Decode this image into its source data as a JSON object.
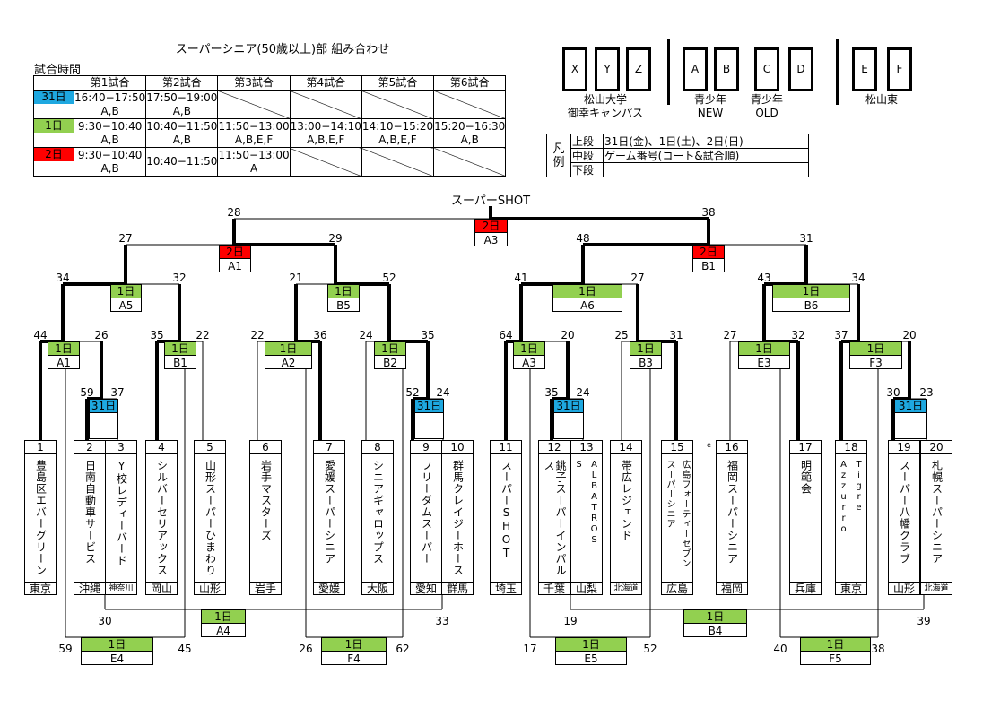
{
  "title": "スーパーシニア(50歳以上)部  組み合わせ",
  "schedule": {
    "label": "試合時間",
    "headers": [
      "第1試合",
      "第2試合",
      "第3試合",
      "第4試合",
      "第5試合",
      "第6試合"
    ],
    "rows": [
      {
        "day": "31日",
        "color": "#1ea8e0",
        "cells": [
          {
            "time": "16:40−17:50",
            "courts": "A,B"
          },
          {
            "time": "17:50−19:00",
            "courts": "A,B"
          },
          null,
          null,
          null,
          null
        ]
      },
      {
        "day": "1日",
        "color": "#92d050",
        "cells": [
          {
            "time": "9:30−10:40",
            "courts": "A,B"
          },
          {
            "time": "10:40−11:50",
            "courts": "A,B"
          },
          {
            "time": "11:50−13:00",
            "courts": "A,B,E,F"
          },
          {
            "time": "13:00−14:10",
            "courts": "A,B,E,F"
          },
          {
            "time": "14:10−15:20",
            "courts": "A,B,E,F"
          },
          {
            "time": "15:20−16:30",
            "courts": "A,B"
          }
        ]
      },
      {
        "day": "2日",
        "color": "#ff0000",
        "cells": [
          {
            "time": "9:30−10:40",
            "courts": "A,B"
          },
          {
            "time": "10:40−11:50",
            "courts": ""
          },
          {
            "time": "11:50−13:00",
            "courts": "A"
          },
          null,
          null,
          null
        ]
      }
    ]
  },
  "courts": {
    "boxes": [
      "X",
      "Y",
      "Z",
      "A",
      "B",
      "C",
      "D",
      "E",
      "F"
    ],
    "venues": [
      {
        "line1": "松山大学",
        "line2": "御幸キャンパス"
      },
      {
        "line1": "青少年",
        "line2": "NEW"
      },
      {
        "line1": "青少年",
        "line2": "OLD"
      },
      {
        "line1": "松山東",
        "line2": ""
      }
    ]
  },
  "legend": {
    "label": "凡例",
    "rows": [
      {
        "k": "上段",
        "v": "31日(金)、1日(土)、2日(日)"
      },
      {
        "k": "中段",
        "v": "ゲーム番号(コート&試合順)"
      },
      {
        "k": "下段",
        "v": ""
      }
    ]
  },
  "champion": "スーパーSHOT",
  "colors": {
    "d31": "#1ea8e0",
    "d1": "#92d050",
    "d2": "#ff0000"
  },
  "matches": {
    "r1_23": {
      "day": "31日",
      "code": "",
      "scores": [
        "59",
        "37"
      ]
    },
    "r1_910": {
      "day": "31日",
      "code": "",
      "scores": [
        "52",
        "24"
      ]
    },
    "r1_1213": {
      "day": "31日",
      "code": "",
      "scores": [
        "35",
        "24"
      ]
    },
    "r1_1920": {
      "day": "31日",
      "code": "",
      "scores": [
        "30",
        "23"
      ]
    },
    "l_A1": {
      "day": "1日",
      "code": "A1",
      "scores": [
        "44",
        "26"
      ]
    },
    "l_B1": {
      "day": "1日",
      "code": "B1",
      "scores": [
        "35",
        "22"
      ]
    },
    "l_A2": {
      "day": "1日",
      "code": "A2",
      "scores": [
        "22",
        "36"
      ]
    },
    "l_B2": {
      "day": "1日",
      "code": "B2",
      "scores": [
        "24",
        "35"
      ]
    },
    "r_A3": {
      "day": "1日",
      "code": "A3",
      "scores": [
        "64",
        "20"
      ]
    },
    "r_B3": {
      "day": "1日",
      "code": "B3",
      "scores": [
        "25",
        "31"
      ]
    },
    "r_E3": {
      "day": "1日",
      "code": "E3",
      "scores": [
        "27",
        "32"
      ]
    },
    "r_F3": {
      "day": "1日",
      "code": "F3",
      "scores": [
        "37",
        "20"
      ]
    },
    "l_A5": {
      "day": "1日",
      "code": "A5",
      "scores": [
        "34",
        "32"
      ]
    },
    "l_B5": {
      "day": "1日",
      "code": "B5",
      "scores": [
        "21",
        "52"
      ]
    },
    "r_A6": {
      "day": "1日",
      "code": "A6",
      "scores": [
        "41",
        "27"
      ]
    },
    "r_B6": {
      "day": "1日",
      "code": "B6",
      "scores": [
        "43",
        "34"
      ]
    },
    "sf_A1": {
      "day": "2日",
      "code": "A1",
      "scores": [
        "27",
        "29"
      ]
    },
    "sf_B1": {
      "day": "2日",
      "code": "B1",
      "scores": [
        "48",
        "31"
      ]
    },
    "final": {
      "day": "2日",
      "code": "A3",
      "scores": [
        "28",
        "38"
      ]
    },
    "c_A4": {
      "day": "1日",
      "code": "A4",
      "scores": [
        "30",
        "33"
      ]
    },
    "c_E4": {
      "day": "1日",
      "code": "E4",
      "scores": [
        "59",
        "45"
      ]
    },
    "c_F4": {
      "day": "1日",
      "code": "F4",
      "scores": [
        "26",
        "62"
      ]
    },
    "c_B4": {
      "day": "1日",
      "code": "B4",
      "scores": [
        "19",
        "39"
      ]
    },
    "c_E5": {
      "day": "1日",
      "code": "E5",
      "scores": [
        "17",
        "52"
      ]
    },
    "c_F5": {
      "day": "1日",
      "code": "F5",
      "scores": [
        "40",
        "38"
      ]
    }
  },
  "teams": [
    {
      "no": "1",
      "name": [
        "豊島区エバーグリーン"
      ],
      "pref": "東京"
    },
    {
      "no": "2",
      "name": [
        "日南自動車サービス"
      ],
      "pref": "沖縄"
    },
    {
      "no": "3",
      "name": [
        "Y校レディーバード"
      ],
      "pref": "神奈川"
    },
    {
      "no": "4",
      "name": [
        "シルバーセリアックス"
      ],
      "pref": "岡山"
    },
    {
      "no": "5",
      "name": [
        "山形スーパーひまわり"
      ],
      "pref": "山形"
    },
    {
      "no": "6",
      "name": [
        "岩手マスターズ"
      ],
      "pref": "岩手"
    },
    {
      "no": "7",
      "name": [
        "愛媛スーパーシニア"
      ],
      "pref": "愛媛"
    },
    {
      "no": "8",
      "name": [
        "シニアギャロップス"
      ],
      "pref": "大阪"
    },
    {
      "no": "9",
      "name": [
        "フリーダムスーパー"
      ],
      "pref": "愛知"
    },
    {
      "no": "10",
      "name": [
        "群馬クレイジーホース"
      ],
      "pref": "群馬"
    },
    {
      "no": "11",
      "name": [
        "スーパーSHOT"
      ],
      "pref": "埼玉"
    },
    {
      "no": "12",
      "name": [
        "銚子スーパーインパルス"
      ],
      "pref": "千葉"
    },
    {
      "no": "13",
      "name": [
        "S",
        "ALBATROS"
      ],
      "pref": "山梨"
    },
    {
      "no": "14",
      "name": [
        "帯広レジェンド"
      ],
      "pref": "北海道"
    },
    {
      "no": "15",
      "name": [
        "広島フォーティーセブン",
        "スーパーシニア"
      ],
      "pref": "広島"
    },
    {
      "no": "16",
      "name": [
        "福岡スーパーシニア"
      ],
      "pref": "福岡"
    },
    {
      "no": "17",
      "name": [
        "明範会"
      ],
      "pref": "兵庫"
    },
    {
      "no": "18",
      "name": [
        "Tigre",
        "Azzurro"
      ],
      "pref": "東京"
    },
    {
      "no": "19",
      "name": [
        "スーパー八幡クラブ"
      ],
      "pref": "山形"
    },
    {
      "no": "20",
      "name": [
        "札幌スーパーシニア"
      ],
      "pref": "北海道"
    }
  ],
  "stray_mark": "e"
}
